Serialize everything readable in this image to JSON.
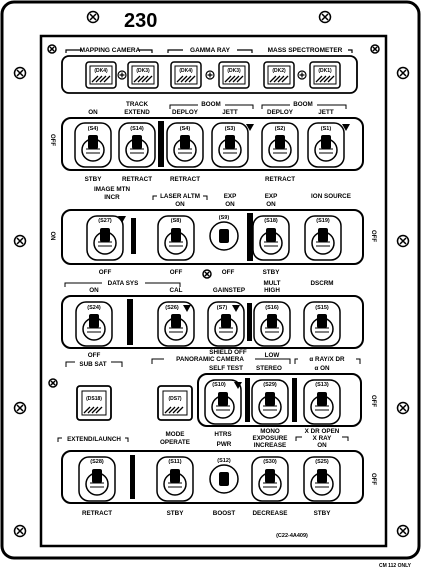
{
  "panel": {
    "number": "230",
    "reference": "(C22-4A409)",
    "footer": "CM 112 ONLY"
  },
  "top_group_labels": [
    "MAPPING CAMERA",
    "GAMMA RAY",
    "MASS SPECTROMETER"
  ],
  "talkbacks": [
    "(DK4)",
    "(DK3)",
    "(DK4)",
    "(DK3)",
    "(DK2)",
    "(DK1)"
  ],
  "row1": {
    "top_labels": [
      "ON",
      "TRACK",
      "EXTEND",
      "BOOM",
      "DEPLOY",
      "JETT",
      "DEPLOY",
      "BOOM",
      "JETT"
    ],
    "side_label": "OFF",
    "switches": [
      "(S4)",
      "(S14)",
      "(S4)",
      "(S3)",
      "(S2)",
      "(S1)"
    ],
    "bottom_labels": [
      "STBY",
      "RETRACT",
      "RETRACT",
      "RETRACT"
    ]
  },
  "row2": {
    "top_labels": [
      "IMAGE MTN",
      "INCR",
      "LASER ALTM",
      "ON",
      "EXP",
      "ON",
      "EXP",
      "ON",
      "ION SOURCE"
    ],
    "side_left": "ON",
    "side_right": "OFF",
    "switches": [
      "(S27)",
      "(S8)",
      "(S9)",
      "(S18)",
      "(S19)"
    ],
    "bottom_labels": [
      "OFF",
      "OFF",
      "OFF",
      "STBY"
    ]
  },
  "row3": {
    "top_labels": [
      "DATA SYS",
      "ON",
      "CAL",
      "GAINSTEP",
      "MULT",
      "HIGH",
      "DSCRM"
    ],
    "switches": [
      "(S24)",
      "(S26)",
      "(S7)",
      "(S16)",
      "(S15)"
    ],
    "bottom_labels": [
      "OFF",
      "SHIELD OFF",
      "LOW"
    ]
  },
  "row4": {
    "top_labels": [
      "SUB SAT",
      "PANORAMIC CAMERA",
      "SELF TEST",
      "STEREO",
      "α RAY/X DR",
      "α ON"
    ],
    "side_right": "OFF",
    "talkbacks": [
      "(DS18)",
      "(DS7)"
    ],
    "switches": [
      "(S10)",
      "(S29)",
      "(S13)"
    ],
    "bottom_labels": [
      "HTRS",
      "MODE",
      "OPERATE",
      "MONO",
      "EXPOSURE",
      "INCREASE",
      "X DR OPEN",
      "X RAY",
      "ON"
    ]
  },
  "row5": {
    "top_labels": [
      "EXTEND/LAUNCH",
      "PWR"
    ],
    "side_right": "OFF",
    "switches": [
      "(S28)",
      "(S11)",
      "(S12)",
      "(S30)",
      "(S25)"
    ],
    "bottom_labels": [
      "RETRACT",
      "STBY",
      "BOOST",
      "DECREASE",
      "STBY"
    ]
  }
}
